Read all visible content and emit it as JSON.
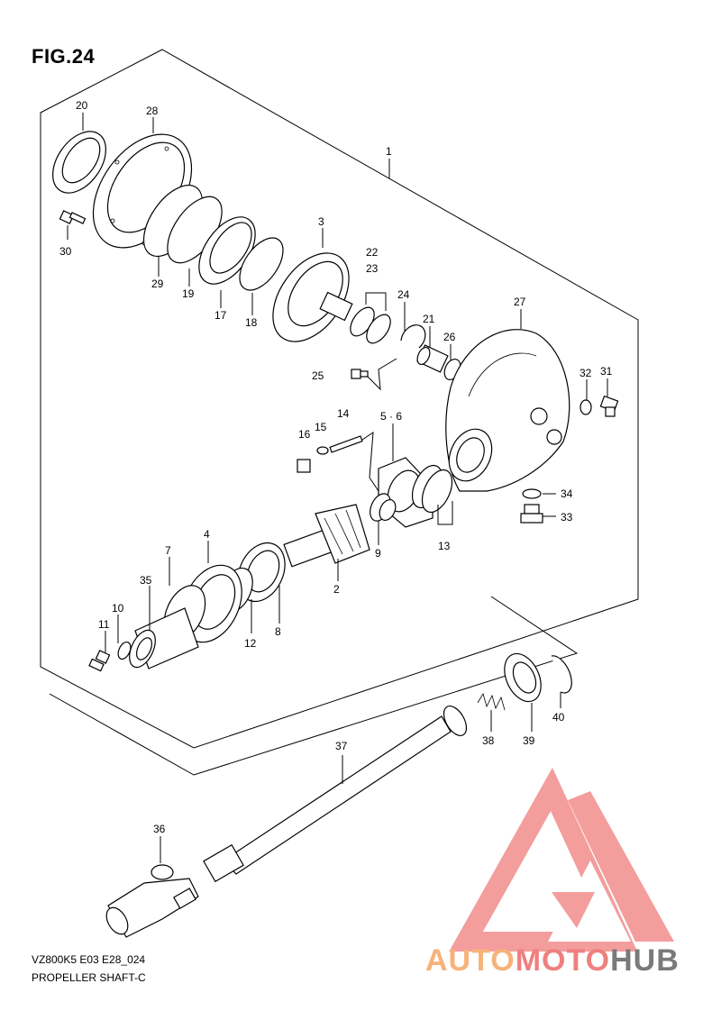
{
  "figure": {
    "title": "FIG.24",
    "code": "VZ800K5 E03 E28_024",
    "caption": "PROPELLER SHAFT-C"
  },
  "logo": {
    "part1": "AUTO",
    "part2": "MOTO",
    "part3": "HUB",
    "colors": {
      "auto": "#f7b27a",
      "moto": "#f07f7f",
      "hub": "#7a7a7a",
      "triangle": "#f28c8c"
    }
  },
  "callouts": {
    "c1": "1",
    "c2": "2",
    "c3": "3",
    "c4": "4",
    "c56": "5 · 6",
    "c7": "7",
    "c8": "8",
    "c9": "9",
    "c10": "10",
    "c11": "11",
    "c12": "12",
    "c13": "13",
    "c14": "14",
    "c15": "15",
    "c16": "16",
    "c17": "17",
    "c18": "18",
    "c19": "19",
    "c20": "20",
    "c21": "21",
    "c22": "22",
    "c23": "23",
    "c24": "24",
    "c25": "25",
    "c26": "26",
    "c27": "27",
    "c28": "28",
    "c29": "29",
    "c30": "30",
    "c31": "31",
    "c32": "32",
    "c33": "33",
    "c34": "34",
    "c35": "35",
    "c36": "36",
    "c37": "37",
    "c38": "38",
    "c39": "39",
    "c40": "40"
  }
}
